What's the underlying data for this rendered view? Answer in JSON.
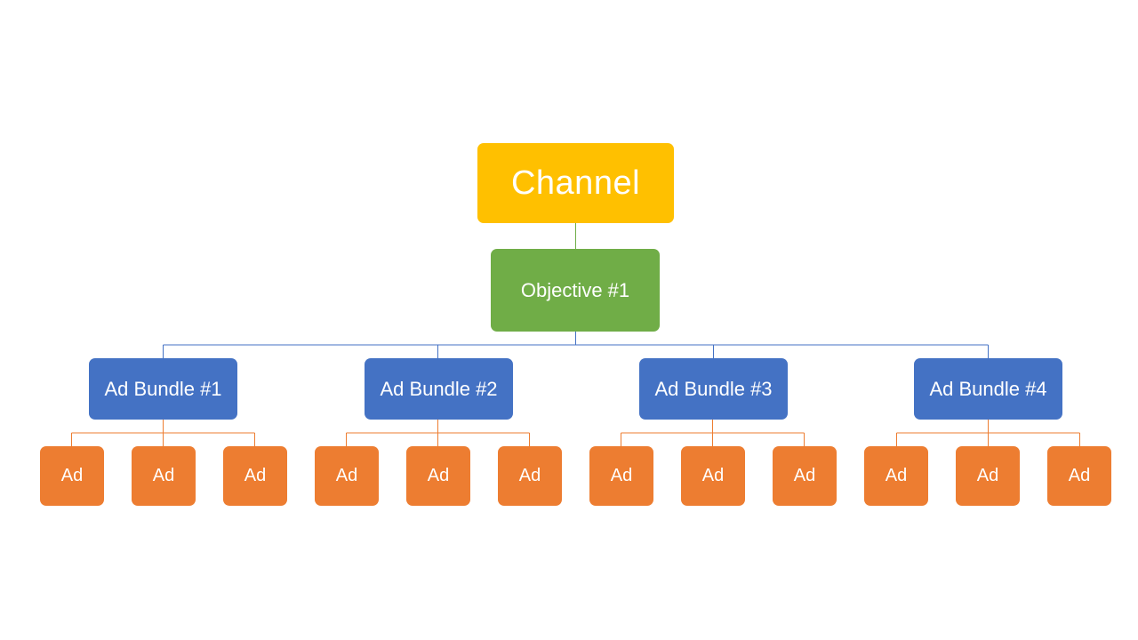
{
  "colors": {
    "root_fill": "#FFC000",
    "objective_fill": "#70AD47",
    "bundle_fill": "#4472C4",
    "ad_fill": "#ED7D31",
    "link_root": "#70AD47",
    "link_objective": "#4472C4",
    "link_bundle": "#ED7D31"
  },
  "diagram": {
    "root": {
      "label": "Channel"
    },
    "objective": {
      "label": "Objective #1"
    },
    "bundles": [
      {
        "label": "Ad Bundle #1",
        "ads": [
          "Ad",
          "Ad",
          "Ad"
        ]
      },
      {
        "label": "Ad Bundle #2",
        "ads": [
          "Ad",
          "Ad",
          "Ad"
        ]
      },
      {
        "label": "Ad Bundle #3",
        "ads": [
          "Ad",
          "Ad",
          "Ad"
        ]
      },
      {
        "label": "Ad Bundle #4",
        "ads": [
          "Ad",
          "Ad",
          "Ad"
        ]
      }
    ]
  }
}
